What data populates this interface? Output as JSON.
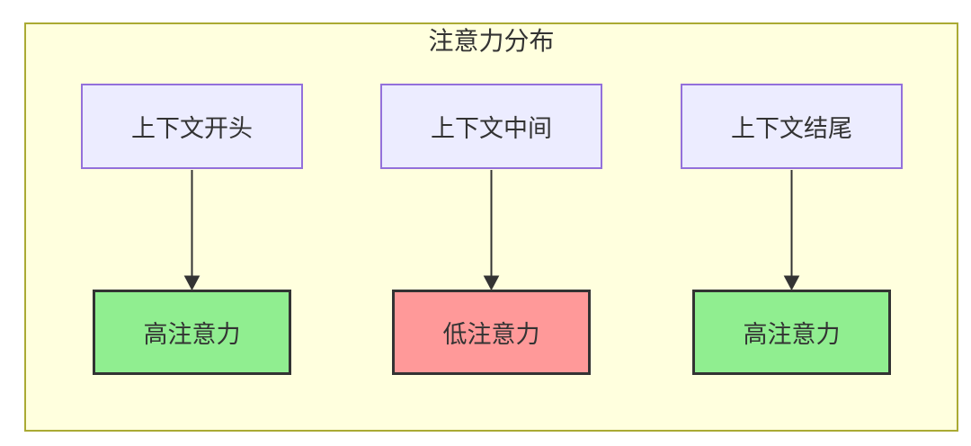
{
  "diagram": {
    "title": "注意力分布",
    "nodes": [
      {
        "id": "context-start",
        "label": "上下文开头",
        "kind": "context"
      },
      {
        "id": "context-middle",
        "label": "上下文中间",
        "kind": "context"
      },
      {
        "id": "context-end",
        "label": "上下文结尾",
        "kind": "context"
      },
      {
        "id": "attention-start",
        "label": "高注意力",
        "kind": "high-attention"
      },
      {
        "id": "attention-middle",
        "label": "低注意力",
        "kind": "low-attention"
      },
      {
        "id": "attention-end",
        "label": "高注意力",
        "kind": "high-attention"
      }
    ],
    "edges": [
      {
        "from": "上下文开头",
        "to": "高注意力"
      },
      {
        "from": "上下文中间",
        "to": "低注意力"
      },
      {
        "from": "上下文结尾",
        "to": "高注意力"
      }
    ],
    "colors": {
      "canvas_fill": "#ffffde",
      "canvas_border": "#aaaa33",
      "context_node_fill": "#ececff",
      "context_node_border": "#9370db",
      "high_attention_fill": "#90ee90",
      "low_attention_fill": "#ff9999",
      "attention_node_border": "#333333",
      "arrow": "#333333",
      "text": "#333333"
    }
  }
}
